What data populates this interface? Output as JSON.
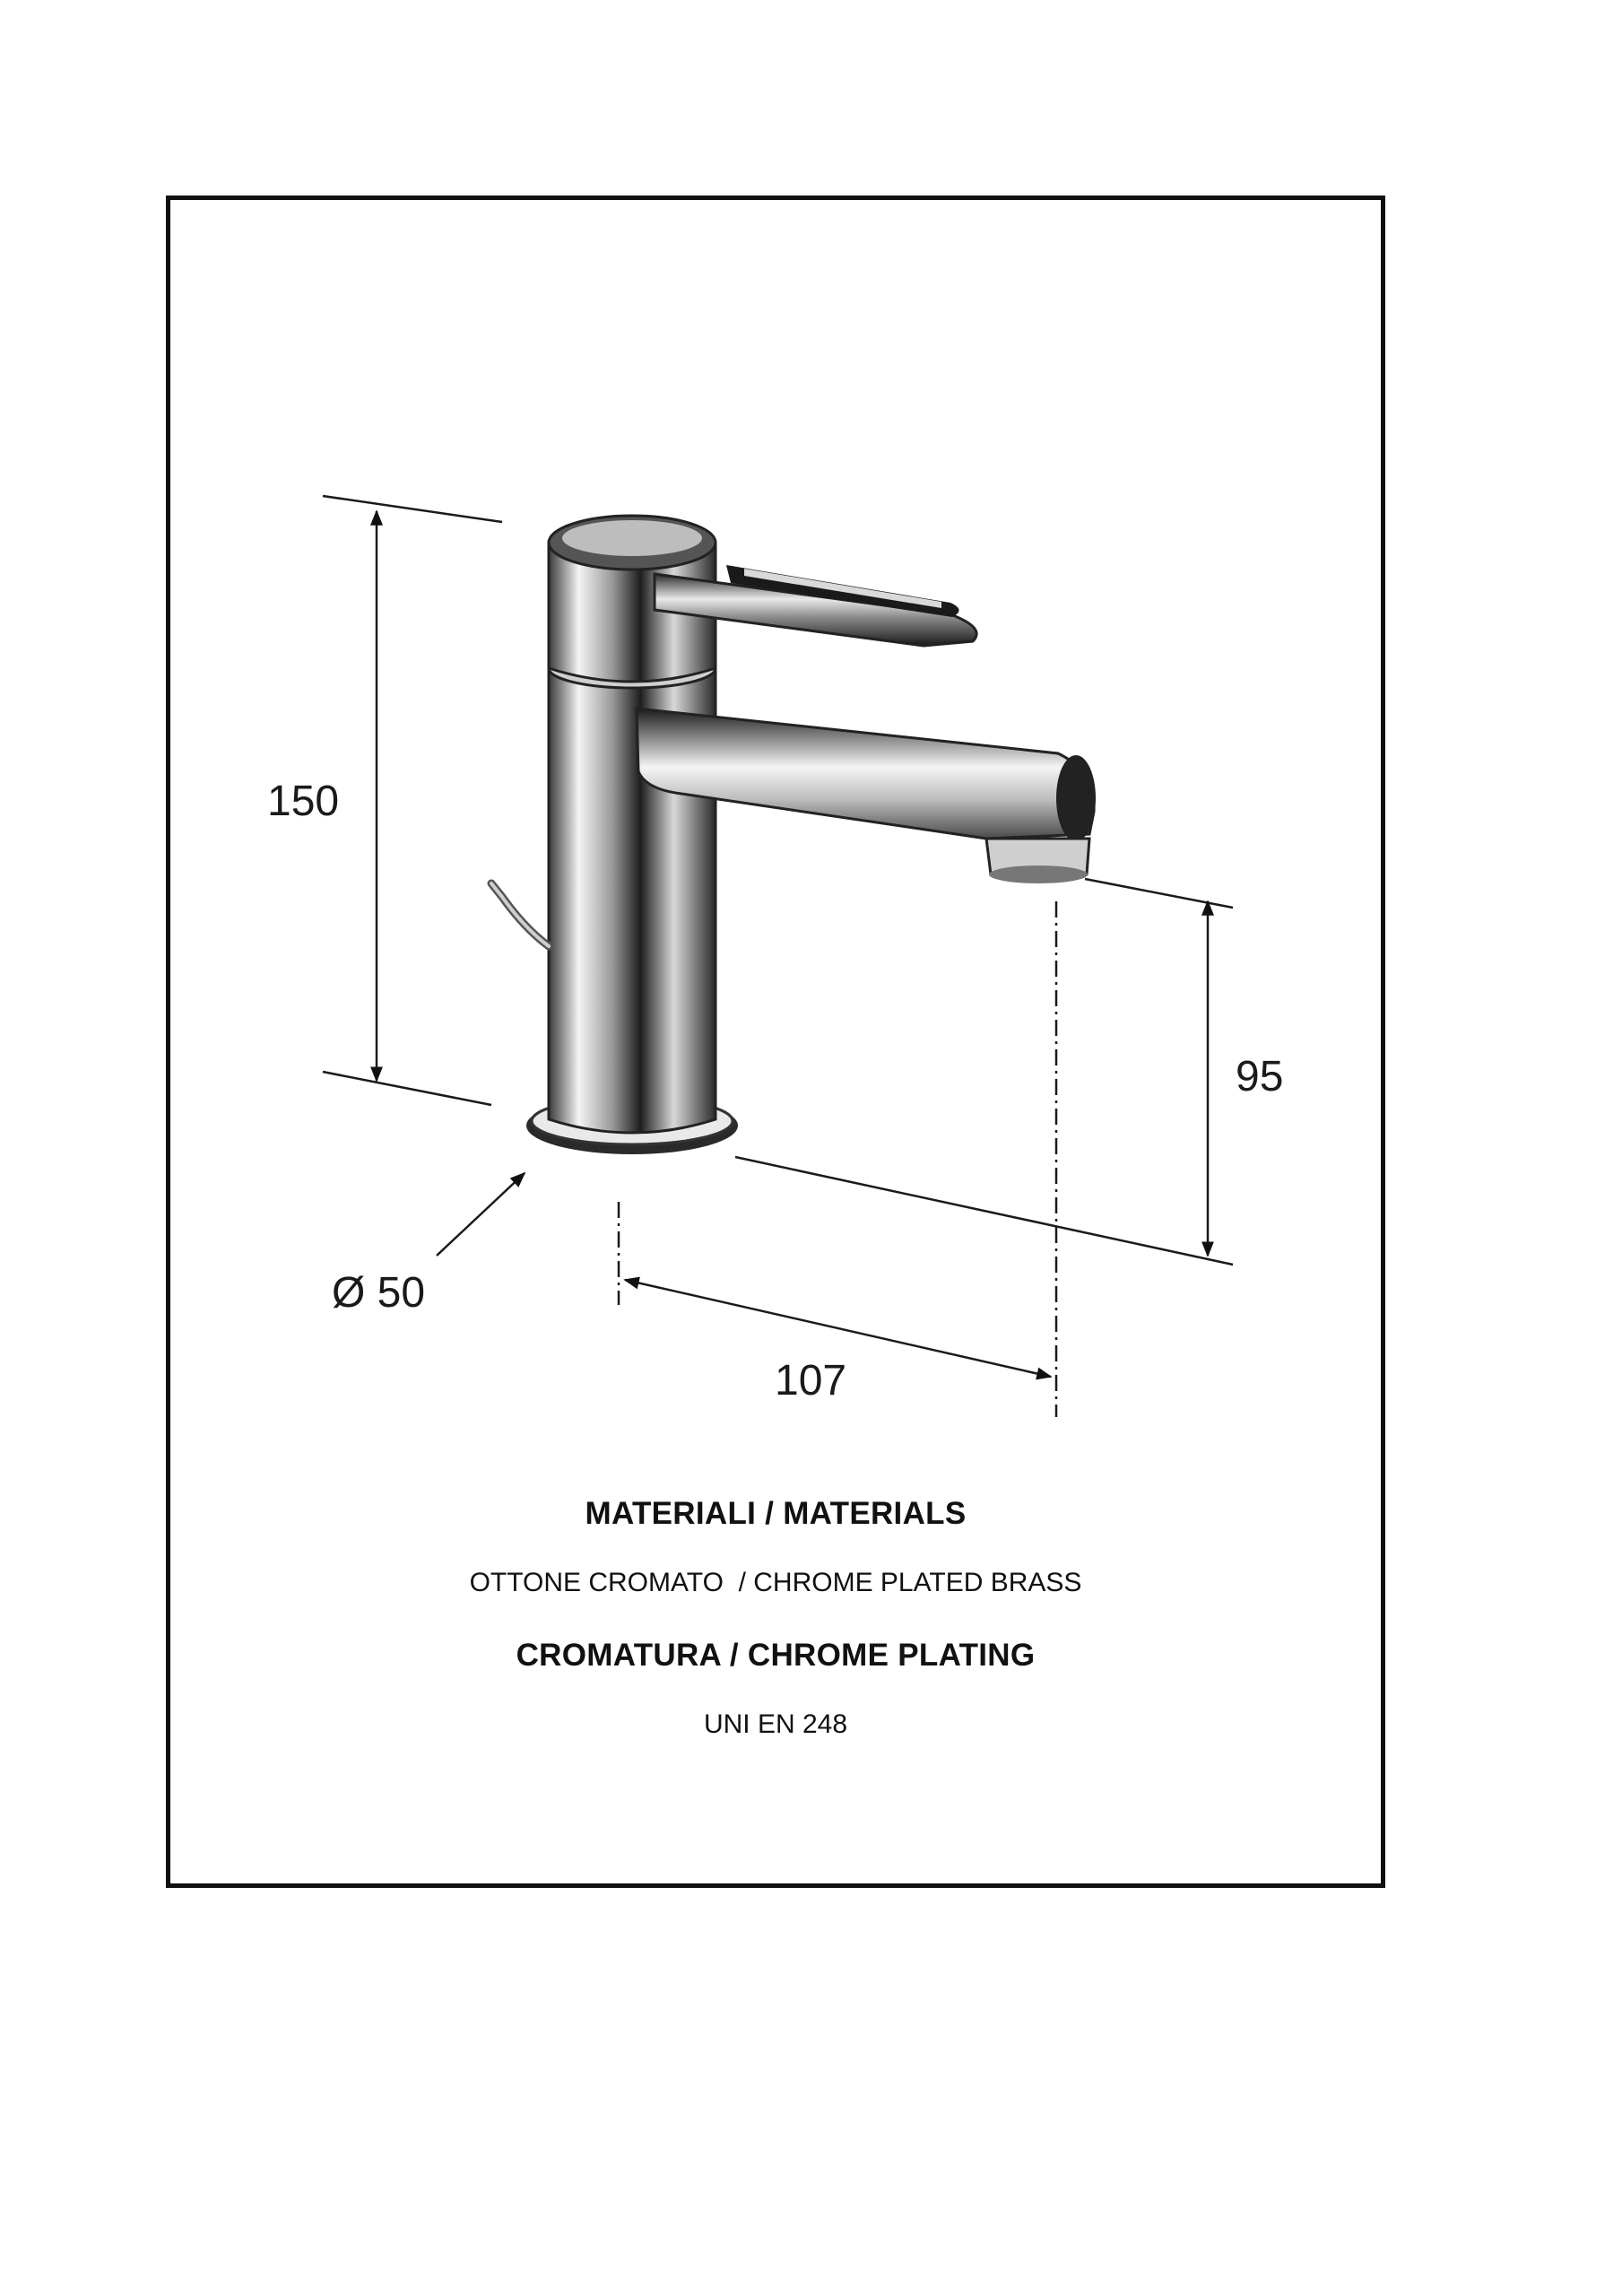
{
  "dimensions": {
    "height_total": "150",
    "spout_height": "95",
    "base_diameter": "Ø 50",
    "spout_reach": "107"
  },
  "specs": {
    "materials_heading": "MATERIALI / MATERIALS",
    "materials_value": "OTTONE CROMATO  / CHROME PLATED BRASS",
    "plating_heading": "CROMATURA / CHROME PLATING",
    "plating_value": "UNI EN 248"
  }
}
